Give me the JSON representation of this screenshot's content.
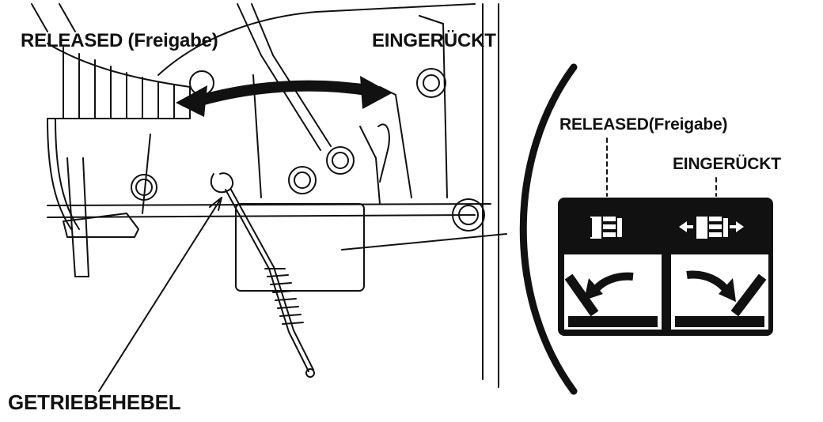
{
  "labels": {
    "released_main": "RELEASED (Freigabe)",
    "engaged_main": "EINGERÜCKT",
    "lever": "GETRIEBEHEBEL",
    "released_zoom": "RELEASED(Freigabe)",
    "engaged_zoom": "EINGERÜCKT"
  },
  "decal": {
    "released_icon": "released-gear-icon",
    "engaged_icon": "engaged-gear-icon",
    "left_arrow": "curved-left-arrow-icon",
    "right_arrow": "curved-right-arrow-icon"
  },
  "colors": {
    "ink": "#111111",
    "background": "#ffffff"
  }
}
